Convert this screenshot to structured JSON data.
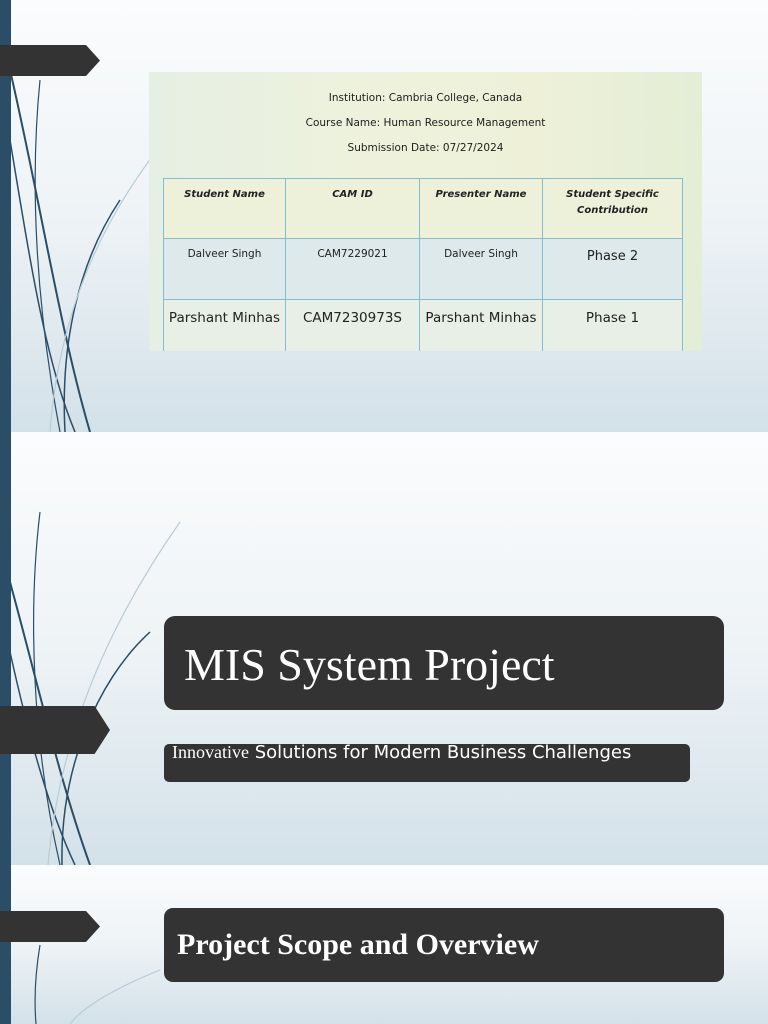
{
  "slides": [
    {
      "id": "slide-1",
      "document_image": {
        "institution": "Institution: Cambria College, Canada",
        "course": "Course Name: Human Resource Management",
        "submission_date": "Submission Date: 07/27/2024",
        "table": {
          "headers": [
            "Student Name",
            "CAM ID",
            "Presenter Name",
            "Student Specific Contribution"
          ],
          "rows": [
            [
              "Dalveer Singh",
              "CAM7229021",
              "Dalveer Singh",
              "Phase 2"
            ],
            [
              "Parshant Minhas",
              "CAM7230973S",
              "Parshant Minhas",
              "Phase 1"
            ]
          ]
        }
      }
    },
    {
      "id": "slide-2",
      "title": "MIS System Project",
      "subtitle_first_word": "Innovative",
      "subtitle_rest": " Solutions for Modern Business Challenges"
    },
    {
      "id": "slide-3",
      "title": "Project Scope and Overview"
    }
  ],
  "colors": {
    "side_bar": "#2b4d66",
    "dark_box": "#333333",
    "table_border": "#7fbfcf",
    "curve": "#2b4d66"
  }
}
